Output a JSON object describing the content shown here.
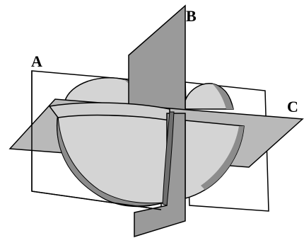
{
  "labels": {
    "plane_a": "A",
    "plane_b": "B",
    "plane_c": "C"
  },
  "colors": {
    "plane_fill_white": "#ffffff",
    "plane_fill_gray": "#9a9a9a",
    "plane_fill_gray_light": "#b9b9b9",
    "solid_light": "#d4d4d4",
    "solid_mid": "#bdbdbd",
    "solid_dark": "#8c8c8c",
    "stroke": "#000000"
  }
}
